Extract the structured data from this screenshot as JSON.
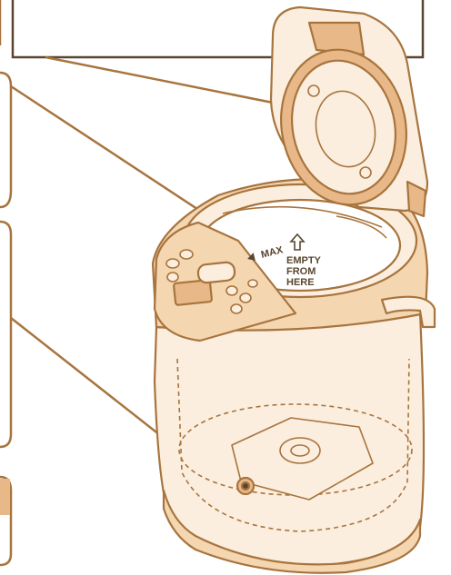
{
  "labels": {
    "max_mark": "MAX",
    "empty_line1": "EMPTY",
    "empty_line2": "FROM",
    "empty_line3": "HERE"
  },
  "colors": {
    "outline": "#a8743e",
    "fill_light": "#fbeede",
    "fill_mid": "#f4d6b0",
    "fill_dark": "#e8b888",
    "text": "#5a4630"
  },
  "icons": {
    "arrow": "up-arrow-icon"
  }
}
